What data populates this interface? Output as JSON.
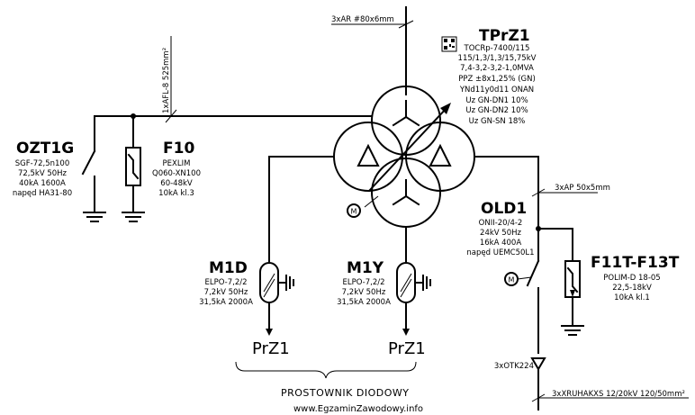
{
  "transformer": {
    "name": "TPrZ1",
    "specs": [
      "TOCRp-7400/115",
      "115/1,3/1,3/15,75kV",
      "7,4-3,2-3,2-1,0MVA",
      "PPZ ±8x1,25% (GN)",
      "YNd11y0d11 ONAN",
      "Uz GN-DN1 10%",
      "Uz GN-DN2 10%",
      "Uz GN-SN 18%"
    ]
  },
  "cables": {
    "top_bus": "3xAR #80x6mm",
    "vertical_cable": "1xAFL-8 525mm²",
    "right_bus": "3xAP 50x5mm",
    "bottom_cable": "3xXRUHAKXS 12/20kV 120/50mm²",
    "terminal": "3xOTK224"
  },
  "ozt1g": {
    "name": "OZT1G",
    "specs": [
      "SGF-72,5n100",
      "72,5kV 50Hz",
      "40kA 1600A",
      "napęd HA31-80"
    ]
  },
  "f10": {
    "name": "F10",
    "specs": [
      "PEXLIM",
      "Q060-XN100",
      "60-48kV",
      "10kA kl.3"
    ]
  },
  "old1": {
    "name": "OLD1",
    "specs": [
      "ONII-20/4-2",
      "24kV 50Hz",
      "16kA 400A",
      "napęd UEMC50L1"
    ]
  },
  "f11": {
    "name": "F11T-F13T",
    "specs": [
      "POLIM-D 18-05",
      "22,5-18kV",
      "10kA kl.1"
    ]
  },
  "m1d": {
    "name": "M1D",
    "specs": [
      "ELPO-7,2/2",
      "7,2kV 50Hz",
      "31,5kA 2000A"
    ],
    "load": "PrZ1"
  },
  "m1y": {
    "name": "M1Y",
    "specs": [
      "ELPO-7,2/2",
      "7,2kV 50Hz",
      "31,5kA 2000A"
    ],
    "load": "PrZ1"
  },
  "motor_symbol": "M",
  "group_caption": "PROSTOWNIK DIODOWY",
  "watermark": "www.EgzaminZawodowy.info"
}
